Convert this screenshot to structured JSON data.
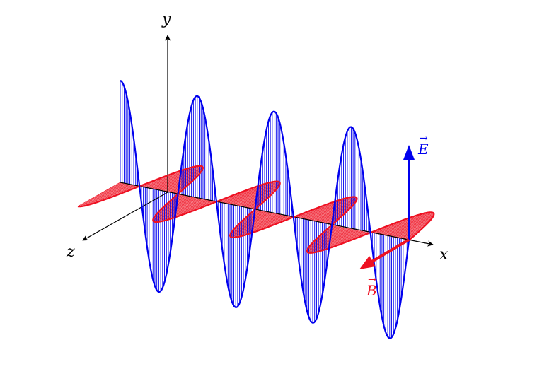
{
  "diagram": {
    "labels": {
      "y_axis": "y",
      "x_axis": "x",
      "z_axis": "z",
      "e_vector": "E",
      "b_vector": "B"
    },
    "colors": {
      "axes": "#000000",
      "electric_field": "#0000ee",
      "magnetic_field": "#ee1122",
      "background": "#ffffff"
    },
    "wave": {
      "cycles": 3.75,
      "phase_start_deg": 90
    }
  }
}
